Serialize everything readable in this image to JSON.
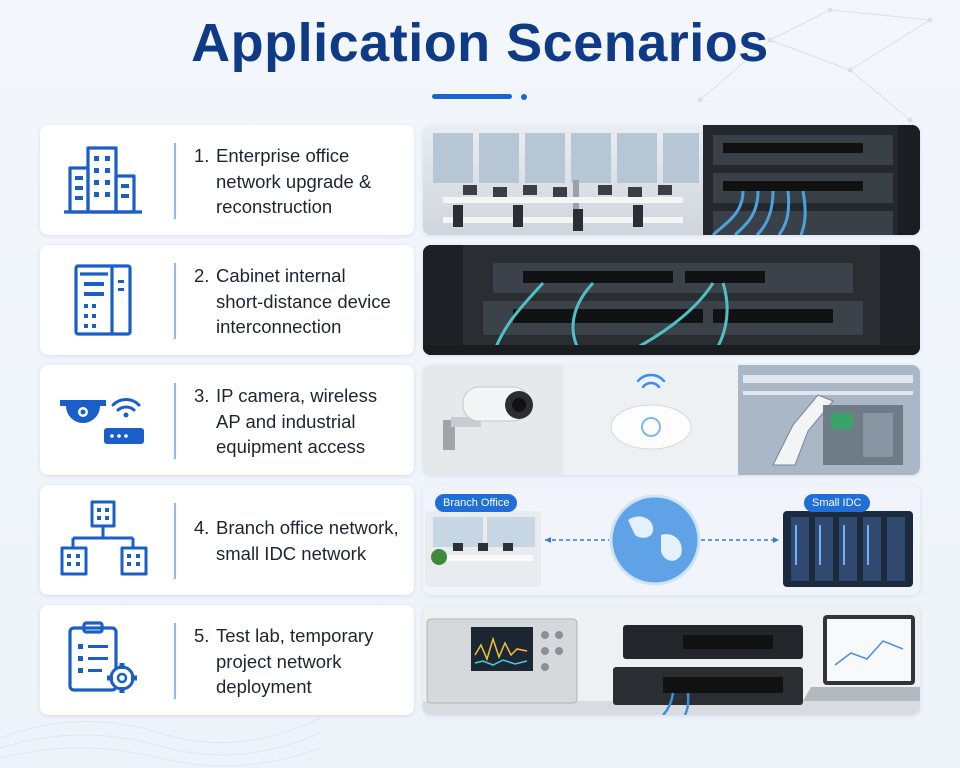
{
  "title": "Application Scenarios",
  "accent_color": "#1a66d6",
  "title_color": "#0f3a86",
  "scenarios": [
    {
      "number": "1.",
      "lines": [
        "Enterprise office",
        "network upgrade &",
        "reconstruction"
      ],
      "icon": "office-building-icon",
      "image": "office-and-switch-rack-photo"
    },
    {
      "number": "2.",
      "lines": [
        "Cabinet internal",
        "short-distance device",
        "interconnection"
      ],
      "icon": "server-cabinet-icon",
      "image": "rack-switch-cabling-photo"
    },
    {
      "number": "3.",
      "lines": [
        "IP camera, wireless",
        "AP and industrial",
        "equipment access"
      ],
      "icon": "camera-and-wifi-router-icon",
      "image": "camera-ap-robot-photo"
    },
    {
      "number": "4.",
      "lines": [
        "Branch office network,",
        "small IDC network"
      ],
      "icon": "branch-network-icon",
      "image": "branch-to-idc-diagram-photo",
      "tags": {
        "left": "Branch Office",
        "right": "Small IDC"
      }
    },
    {
      "number": "5.",
      "lines": [
        "Test lab, temporary",
        "project network",
        "deployment"
      ],
      "icon": "clipboard-gear-icon",
      "image": "test-lab-equipment-photo"
    }
  ]
}
